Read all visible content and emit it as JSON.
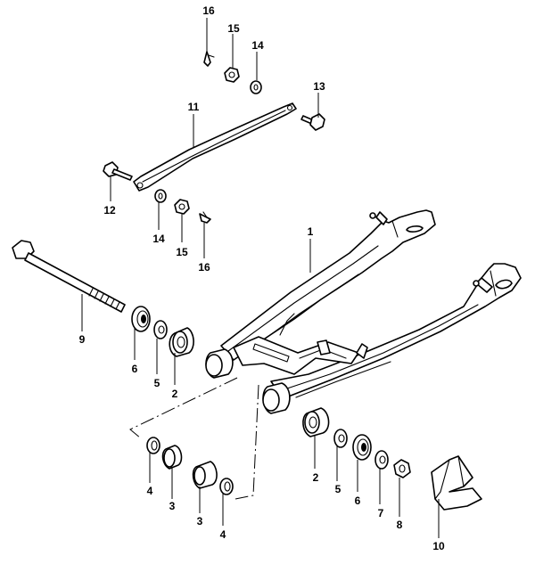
{
  "callouts": {
    "c1": "1",
    "c2a": "2",
    "c2b": "2",
    "c3a": "3",
    "c3b": "3",
    "c4a": "4",
    "c4b": "4",
    "c5a": "5",
    "c5b": "5",
    "c6a": "6",
    "c6b": "6",
    "c7": "7",
    "c8": "8",
    "c9": "9",
    "c10": "10",
    "c11": "11",
    "c12": "12",
    "c13": "13",
    "c14a": "14",
    "c14b": "14",
    "c15a": "15",
    "c15b": "15",
    "c16a": "16",
    "c16b": "16"
  }
}
